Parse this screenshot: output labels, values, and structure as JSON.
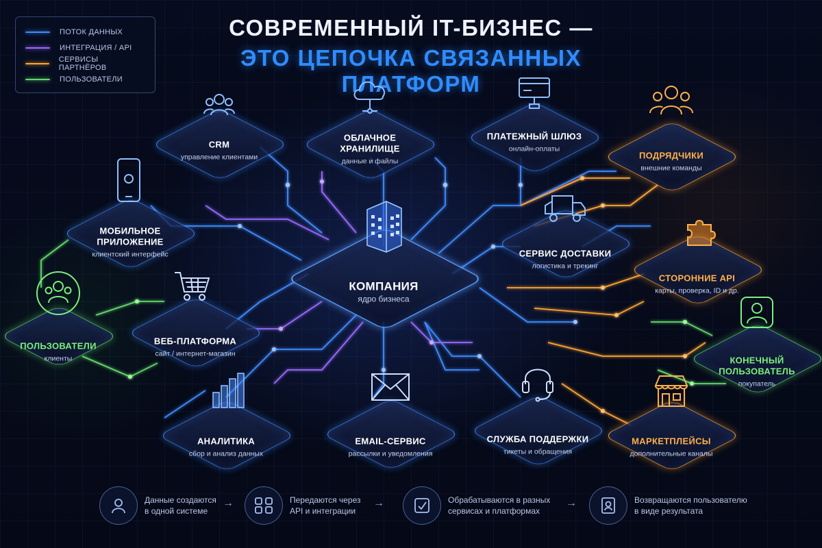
{
  "title": {
    "line1": "СОВРЕМЕННЫЙ IT-БИЗНЕС —",
    "line2": "ЭТО ЦЕПОЧКА СВЯЗАННЫХ ПЛАТФОРМ"
  },
  "legend": [
    {
      "label": "ПОТОК ДАННЫХ",
      "color": "#3f8cff"
    },
    {
      "label": "ИНТЕГРАЦИЯ / API",
      "color": "#9a6bff"
    },
    {
      "label": "СЕРВИСЫ ПАРТНЁРОВ",
      "color": "#ffa534"
    },
    {
      "label": "ПОЛЬЗОВАТЕЛИ",
      "color": "#63d96b"
    }
  ],
  "nodes": {
    "crm": {
      "title": "CRM",
      "subtitle": "управление клиентами"
    },
    "cloud": {
      "title_line1": "ОБЛАЧНОЕ",
      "title_line2": "ХРАНИЛИЩЕ",
      "subtitle": "данные и файлы"
    },
    "payment": {
      "title": "ПЛАТЕЖНЫЙ ШЛЮЗ",
      "subtitle": "онлайн-оплаты"
    },
    "contractors": {
      "title": "ПОДРЯДЧИКИ",
      "subtitle": "внешние команды"
    },
    "mobile": {
      "title_line1": "МОБИЛЬНОЕ",
      "title_line2": "ПРИЛОЖЕНИЕ",
      "subtitle": "клиентский интерфейс"
    },
    "company": {
      "title": "КОМПАНИЯ",
      "subtitle": "ядро бизнеса"
    },
    "delivery": {
      "title": "СЕРВИС ДОСТАВКИ",
      "subtitle": "логистика и трекинг"
    },
    "apis": {
      "title": "СТОРОННИЕ API",
      "subtitle": "карты, проверка, ID и др."
    },
    "users": {
      "title": "ПОЛЬЗОВАТЕЛИ",
      "subtitle": "клиенты"
    },
    "web": {
      "title": "ВЕБ-ПЛАТФОРМА",
      "subtitle": "сайт / интернет-магазин"
    },
    "enduser": {
      "title_line1": "КОНЕЧНЫЙ",
      "title_line2": "ПОЛЬЗОВАТЕЛЬ",
      "subtitle": "покупатель"
    },
    "analytics": {
      "title": "АНАЛИТИКА",
      "subtitle": "сбор и анализ данных"
    },
    "email": {
      "title": "EMAIL-СЕРВИС",
      "subtitle": "рассылки и уведомления"
    },
    "support": {
      "title": "СЛУЖБА ПОДДЕРЖКИ",
      "subtitle": "тикеты и обращения"
    },
    "marketplaces": {
      "title": "МАРКЕТПЛЕЙСЫ",
      "subtitle": "дополнительные каналы"
    }
  },
  "process": [
    {
      "line1": "Данные создаются",
      "line2": "в одной системе",
      "icon": "user-icon"
    },
    {
      "line1": "Передаются через",
      "line2": "API и интеграции",
      "icon": "integration-icon"
    },
    {
      "line1": "Обрабатываются в разных",
      "line2": "сервисах и платформах",
      "icon": "processing-icon"
    },
    {
      "line1": "Возвращаются пользователю",
      "line2": "в виде результата",
      "icon": "result-icon"
    }
  ],
  "process_arrow": "→",
  "colors": {
    "background": "#050a18",
    "blue": "#3f8cff",
    "purple": "#9a6bff",
    "orange": "#ffa534",
    "green": "#63d96b",
    "title_accent": "#2f8cff"
  }
}
